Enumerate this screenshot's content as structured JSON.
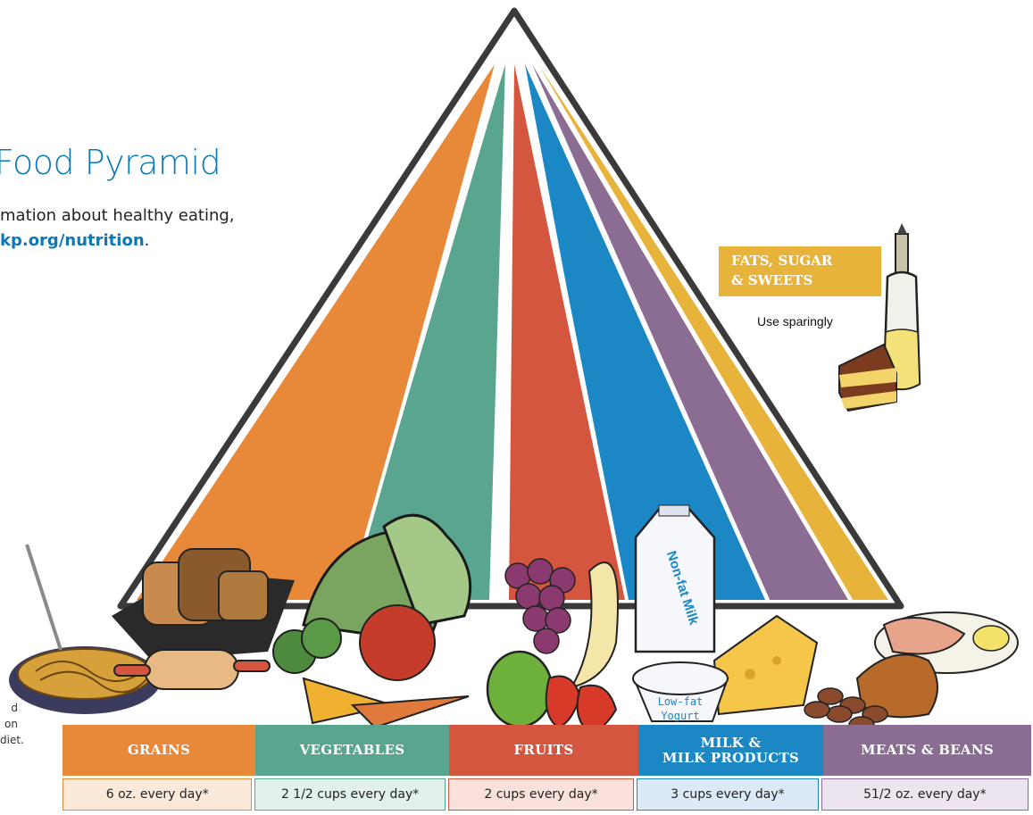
{
  "page": {
    "title": "Food Pyramid",
    "subtitle_line1": "mation about healthy eating,",
    "subtitle_link": "kp.org/nutrition",
    "subtitle_end": ".",
    "side_note": [
      "d",
      "on",
      "diet."
    ]
  },
  "fats": {
    "line1": "FATS, SUGAR",
    "line2": "& SWEETS",
    "note": "Use sparingly",
    "color": "#e8b33a"
  },
  "food_labels": {
    "milk_carton": "Non-fat Milk",
    "yogurt_line1": "Low-fat",
    "yogurt_line2": "Yogurt"
  },
  "groups": [
    {
      "name_line1": "GRAINS",
      "name_line2": "",
      "amount": "6 oz. every day*",
      "color": "#e8893a",
      "light": "#fbe9da"
    },
    {
      "name_line1": "VEGETABLES",
      "name_line2": "",
      "amount": "2 1/2 cups every day*",
      "color": "#5aa58f",
      "light": "#e3f1ec"
    },
    {
      "name_line1": "FRUITS",
      "name_line2": "",
      "amount": "2 cups every day*",
      "color": "#d4563f",
      "light": "#fbe1db"
    },
    {
      "name_line1": "MILK &",
      "name_line2": "MILK PRODUCTS",
      "amount": "3 cups every day*",
      "color": "#1b87c4",
      "light": "#dbeaf6"
    },
    {
      "name_line1": "MEATS & BEANS",
      "name_line2": "",
      "amount": "51/2 oz. every day*",
      "color": "#8b6d94",
      "light": "#ece4ef"
    }
  ]
}
